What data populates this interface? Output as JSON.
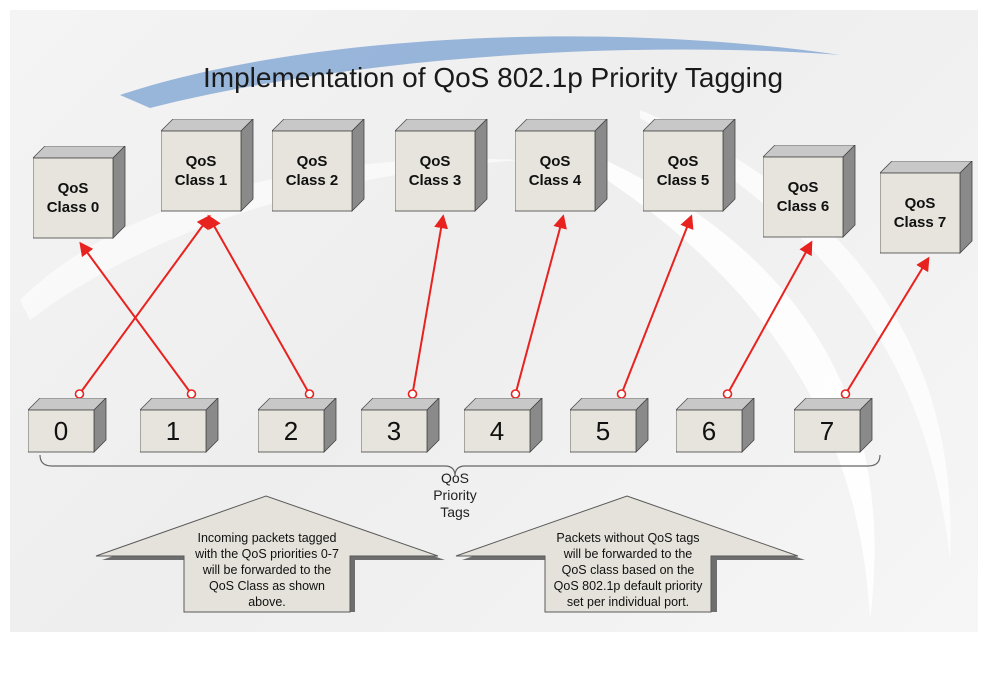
{
  "title": "Implementation of QoS 802.1p Priority Tagging",
  "classes": [
    {
      "line1": "QoS",
      "line2": "Class 0"
    },
    {
      "line1": "QoS",
      "line2": "Class 1"
    },
    {
      "line1": "QoS",
      "line2": "Class 2"
    },
    {
      "line1": "QoS",
      "line2": "Class 3"
    },
    {
      "line1": "QoS",
      "line2": "Class 4"
    },
    {
      "line1": "QoS",
      "line2": "Class 5"
    },
    {
      "line1": "QoS",
      "line2": "Class 6"
    },
    {
      "line1": "QoS",
      "line2": "Class 7"
    }
  ],
  "tags": [
    "0",
    "1",
    "2",
    "3",
    "4",
    "5",
    "6",
    "7"
  ],
  "mapping": [
    [
      0,
      1
    ],
    [
      1,
      0
    ],
    [
      2,
      1
    ],
    [
      3,
      3
    ],
    [
      4,
      4
    ],
    [
      5,
      5
    ],
    [
      6,
      6
    ],
    [
      7,
      7
    ]
  ],
  "bracket_label": {
    "line1": "QoS",
    "line2": "Priority",
    "line3": "Tags"
  },
  "notes": {
    "left": [
      "Incoming packets tagged",
      "with the QoS priorities 0-7",
      "will be forwarded to the",
      "QoS Class as shown",
      "above."
    ],
    "right": [
      "Packets without QoS tags",
      "will be forwarded to the",
      "QoS class based on the",
      "QoS 802.1p default priority",
      "set per individual port."
    ]
  },
  "colors": {
    "arrow": "#e8221f",
    "box_face": "#e6e4dc",
    "box_side": "#8a8a8a",
    "box_top": "#c8c8c8",
    "swoosh": "#6f95c8"
  }
}
